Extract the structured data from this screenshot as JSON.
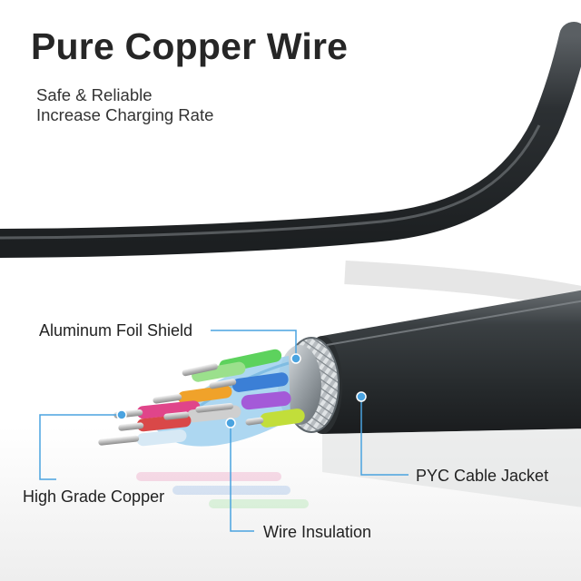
{
  "heading": {
    "title": "Pure Copper Wire",
    "subtitle_line1": "Safe & Reliable",
    "subtitle_line2": "Increase Charging Rate"
  },
  "callouts": {
    "aluminum_foil_shield": "Aluminum Foil Shield",
    "high_grade_copper": "High Grade Copper",
    "wire_insulation": "Wire Insulation",
    "pyc_cable_jacket": "PYC Cable Jacket"
  },
  "colors": {
    "callout_line": "#4aa3e0",
    "cable": "#2f3335",
    "title_text": "#262626"
  }
}
